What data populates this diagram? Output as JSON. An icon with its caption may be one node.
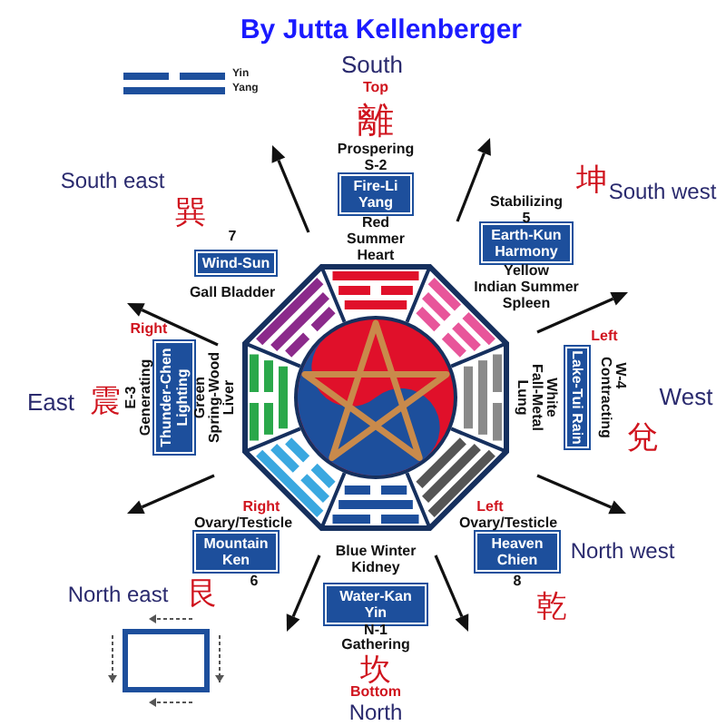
{
  "diagram": {
    "title": "By Jutta Kellenberger",
    "nodes": [
      {
        "text": [
          "Fire-Li Yang"
        ]
      },
      {
        "text": [
          "Earth-Kun Harmony"
        ]
      },
      {
        "text": [
          "Wind-Sun"
        ]
      },
      {
        "text": [
          "Thunder-Chen Lighting"
        ]
      },
      {
        "text": [
          "Lake-Tui Rain"
        ]
      },
      {
        "text": [
          "Heaven Chien"
        ]
      },
      {
        "text": [
          "Mountain Ken"
        ]
      },
      {
        "text": [
          "Water-Kan Yin"
        ]
      }
    ],
    "labels": [
      "South",
      "Top",
      "離",
      "South east",
      "South west",
      "坤",
      "巽",
      "Prospering",
      "S-2",
      "Stabilizing",
      "5",
      "7",
      "Red Summer Heart",
      "Yellow",
      "Indian Summer",
      "Spleen",
      "Gall Bladder",
      "Right",
      "Left",
      "E-3",
      "Generating",
      "Green",
      "Spring-Wood",
      "Liver",
      "East",
      "震",
      "W-4",
      "Contracting",
      "White",
      "Fall-Metal",
      "Lung",
      "West",
      "兌",
      "Right",
      "Ovary/Testicle",
      "Left",
      "Ovary/Testicle",
      "6",
      "8",
      "Blue Winter Kidney",
      "North west",
      "North east",
      "艮",
      "乾",
      "N-1",
      "Gathering",
      "坎",
      "Bottom",
      "North"
    ],
    "legend": [
      {
        "text": "Yin"
      },
      {
        "text": "Yang"
      }
    ]
  }
}
